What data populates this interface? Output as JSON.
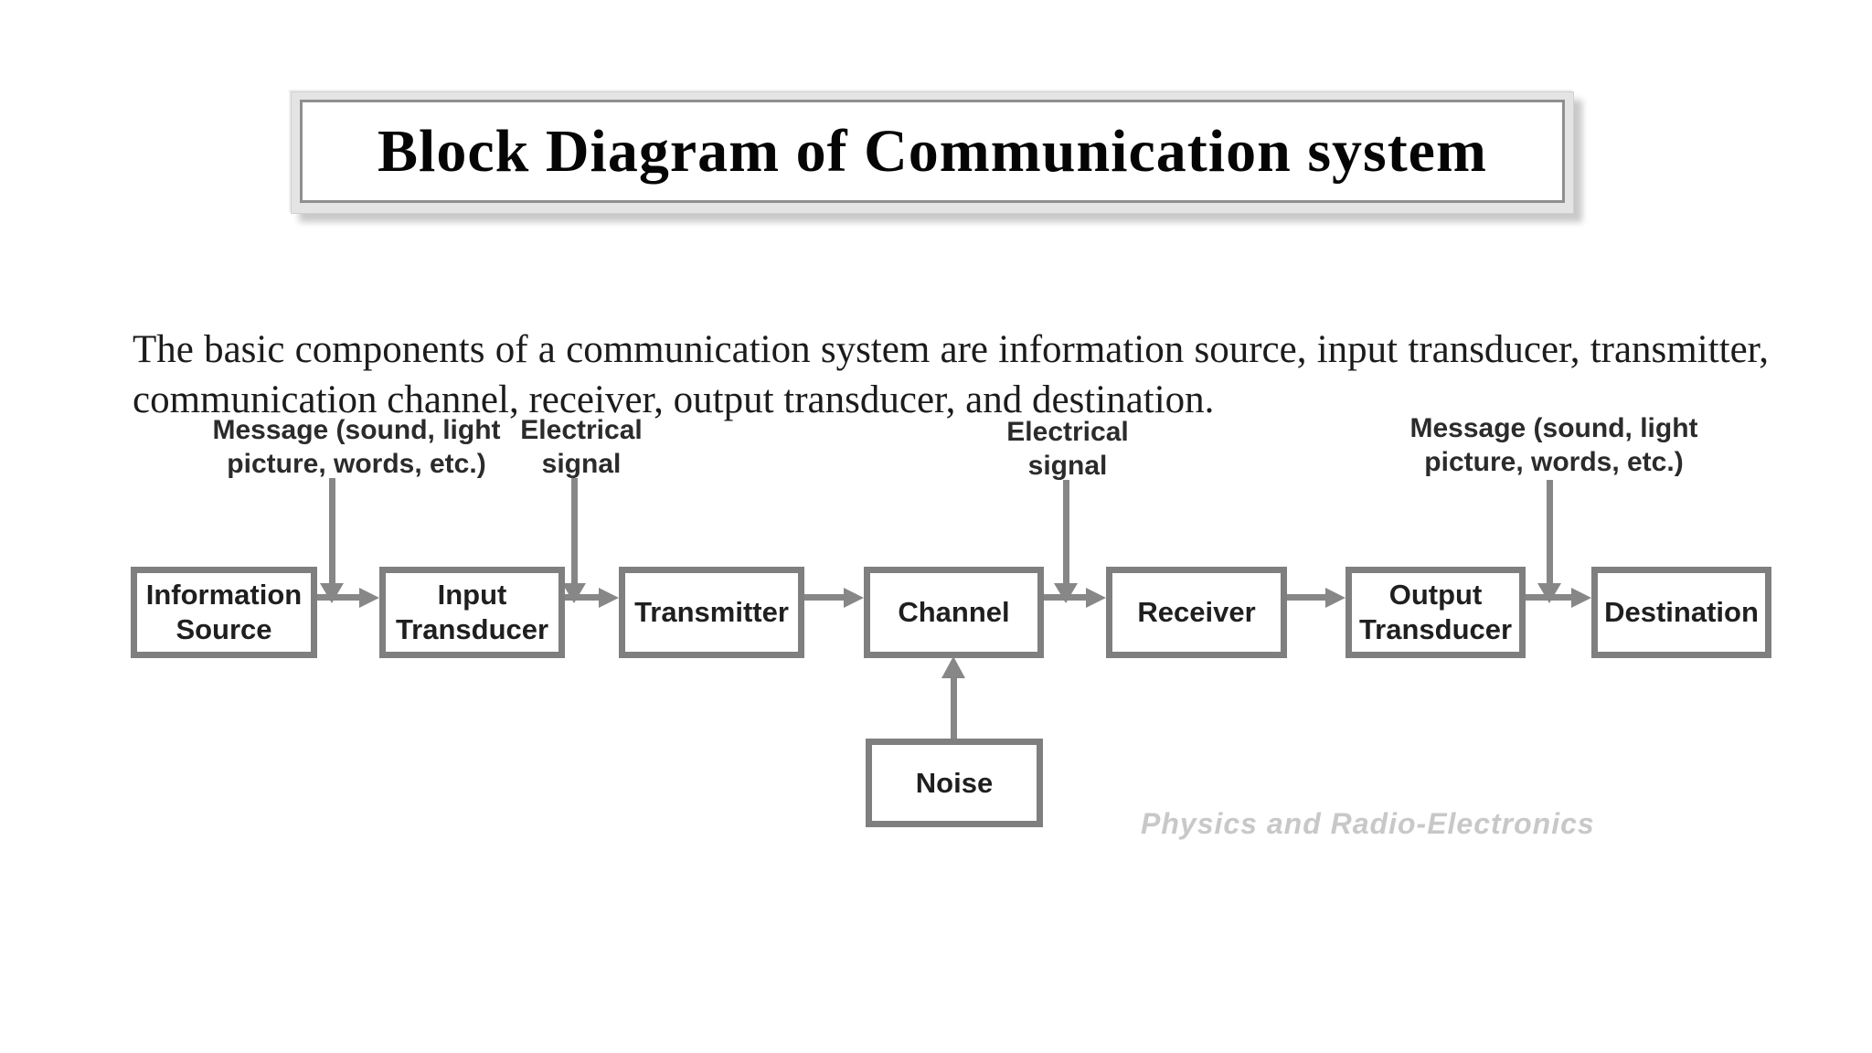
{
  "title": "Block Diagram of Communication system",
  "intro": "The basic components of a communication system are information source, input transducer, transmitter, communication channel, receiver, output transducer, and destination.",
  "diagram": {
    "blocks": [
      {
        "id": "information-source",
        "label": "Information\nSource"
      },
      {
        "id": "input-transducer",
        "label": "Input\nTransducer"
      },
      {
        "id": "transmitter",
        "label": "Transmitter"
      },
      {
        "id": "channel",
        "label": "Channel"
      },
      {
        "id": "receiver",
        "label": "Receiver"
      },
      {
        "id": "output-transducer",
        "label": "Output\nTransducer"
      },
      {
        "id": "destination",
        "label": "Destination"
      },
      {
        "id": "noise",
        "label": "Noise"
      }
    ],
    "annotations": [
      {
        "id": "message-in",
        "label": "Message (sound, light\npicture, words, etc.)"
      },
      {
        "id": "electrical-signal-in",
        "label": "Electrical\nsignal"
      },
      {
        "id": "electrical-signal-out",
        "label": "Electrical\nsignal"
      },
      {
        "id": "message-out",
        "label": "Message (sound, light\npicture, words, etc.)"
      }
    ],
    "colors": {
      "box_border": "#7f7f7f",
      "arrow": "#878787",
      "label_text": "#1f1f1f"
    }
  },
  "watermark": "Physics and Radio-Electronics"
}
